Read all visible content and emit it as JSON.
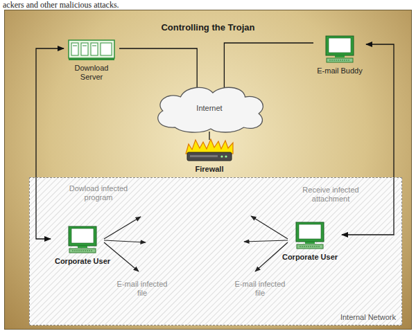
{
  "diagram": {
    "title": "Controlling the Trojan",
    "nodes": [
      {
        "text": [
          "Download Server"
        ]
      },
      {
        "text": [
          "E-mail Buddy"
        ]
      },
      {
        "text": [
          "Internet"
        ]
      },
      {
        "text": [
          "Firewall"
        ]
      },
      {
        "text": [
          "Internal Network"
        ]
      },
      {
        "text": [
          "Corporate User"
        ],
        "in": 4
      },
      {
        "text": [
          "Corporate User"
        ],
        "in": 4
      }
    ],
    "edges": [
      {
        "from": 0,
        "to": 2,
        "arrow": "none"
      },
      {
        "from": 1,
        "to": 2,
        "arrow": "none"
      },
      {
        "from": 2,
        "to": 3,
        "arrow": "none"
      },
      {
        "from": 0,
        "to": 5,
        "arrow": "both"
      },
      {
        "from": 1,
        "to": 6,
        "arrow": "both"
      }
    ],
    "labels": [
      "ackers and other malicious attacks.",
      "Dowload infected program",
      "Receive infected attachment",
      "E-mail infected file",
      "E-mail infected file"
    ]
  }
}
